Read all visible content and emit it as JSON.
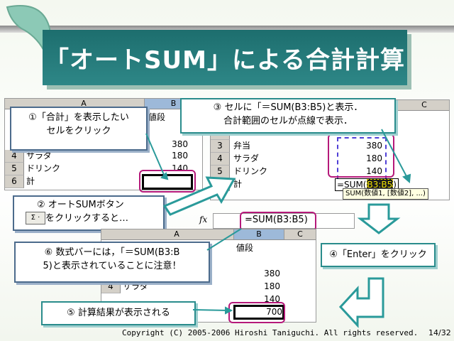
{
  "slide": {
    "title": "「オートSUM」による合計計算",
    "copyright": "Copyright (C) 2005-2006 Hiroshi Taniguchi. All rights reserved.",
    "page_number": "14/32"
  },
  "callouts": {
    "step1": [
      "①「合計」を表示したい",
      "セルをクリック"
    ],
    "step2": [
      "② オートSUMボタン",
      "をクリックすると…"
    ],
    "step2_button": "Σ ·",
    "step3": [
      "③ セルに「＝SUM(B3:B5)と表示．",
      "合計範囲のセルが点線で表示．"
    ],
    "step4": "④「Enter」をクリック",
    "step5": "⑤ 計算結果が表示される",
    "step6": [
      "⑥ 数式バーには，「＝SUM(B3:B",
      "5)と表示されていることに注意！"
    ]
  },
  "sheet1": {
    "col_a": "A",
    "col_b": "B",
    "b_header_visible": "値段",
    "rows": [
      {
        "row": "4",
        "a": "サラダ",
        "b": "180"
      },
      {
        "row": "5",
        "a": "ドリンク",
        "b": "140"
      },
      {
        "row": "6",
        "a": "計",
        "b": ""
      }
    ],
    "b3": "380"
  },
  "sheet2": {
    "col_c": "C",
    "rows": [
      {
        "row": "2",
        "a": "",
        "b": ""
      },
      {
        "row": "3",
        "a": "弁当",
        "b": "380"
      },
      {
        "row": "4",
        "a": "サラダ",
        "b": "180"
      },
      {
        "row": "5",
        "a": "ドリンク",
        "b": "140"
      },
      {
        "row": "6",
        "a": "計",
        "b": ""
      }
    ],
    "formula_prefix": "=SUM(",
    "formula_range": "B3:B5",
    "formula_suffix": ")",
    "tooltip": "SUM(数値1, [数値2], ...)"
  },
  "sheet3": {
    "fx_label": "fx",
    "formula_bar": "=SUM(B3:B5)",
    "col_a": "A",
    "col_b": "B",
    "col_c": "C",
    "b1": "値段",
    "rows": [
      {
        "row": "",
        "a": "",
        "b": "380"
      },
      {
        "row": "4",
        "a": "サラダ",
        "b": "180"
      },
      {
        "row": "",
        "a": "",
        "b": "140"
      },
      {
        "row": "",
        "a": "",
        "b": "700"
      }
    ]
  },
  "colors": {
    "title_bg": "#1d6e6e",
    "accent_pink": "#b5197a",
    "arrow_teal": "#2a9a9a",
    "callout_border": "#4c6b8c"
  }
}
